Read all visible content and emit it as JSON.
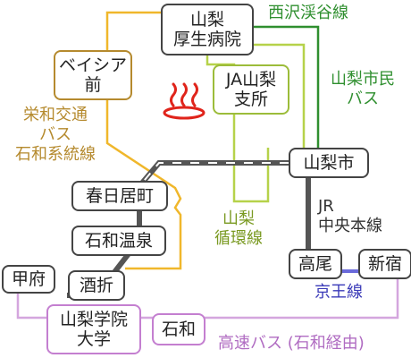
{
  "stations": {
    "yamanashi_kosei": [
      "山梨",
      "厚生病院"
    ],
    "beishia_mae": [
      "ベイシア",
      "前"
    ],
    "ja_yamanashi": [
      "JA山梨",
      "支所"
    ],
    "yamanashi_shi": "山梨市",
    "kasugaimachi": "春日居町",
    "isawa_onsen": "石和温泉",
    "kofu": "甲府",
    "sakaori": "酒折",
    "takao": "高尾",
    "shinjuku": "新宿",
    "yamanashi_gakuin": [
      "山梨学院",
      "大学"
    ],
    "isawa": "石和"
  },
  "lines": {
    "nishizawa": "西沢渓谷線",
    "shimin_bus": [
      "山梨市民",
      "バス"
    ],
    "eiwa": [
      "栄和交通",
      "バス",
      "石和系統線"
    ],
    "junkan": [
      "山梨",
      "循環線"
    ],
    "jr": [
      "JR",
      "中央本線"
    ],
    "keio": "京王線",
    "kosoku": "高速バス (石和経由)"
  },
  "icon": "hot-spring-icon",
  "colors": {
    "green": "#2f8f2f",
    "lime": "#b6d24a",
    "gold": "#f0b72b",
    "brown": "#b58a2e",
    "purple": "#d4a6de",
    "jr": "#555555",
    "keio": "#6a6adb",
    "onsen": "#e0241b"
  }
}
